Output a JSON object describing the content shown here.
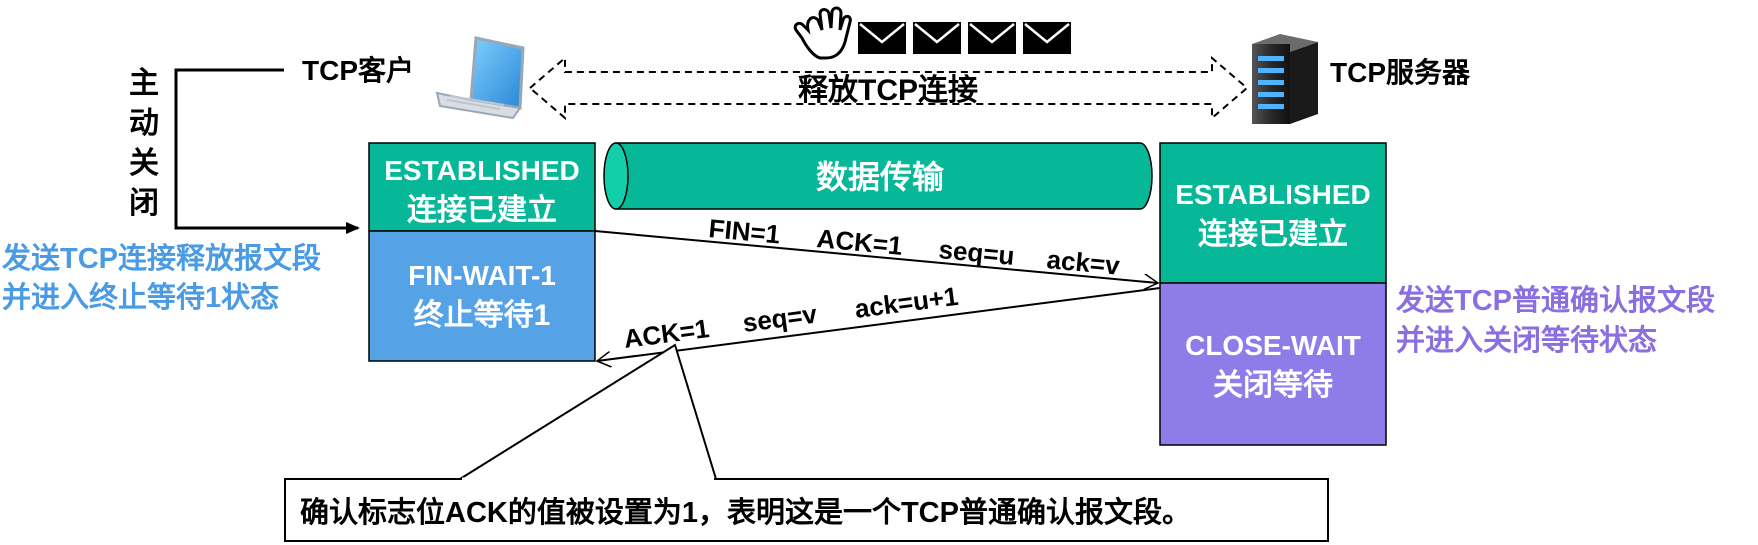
{
  "labels": {
    "client": "TCP客户",
    "server": "TCP服务器",
    "active_close": [
      "主",
      "动",
      "关",
      "闭"
    ],
    "release": "释放TCP连接",
    "data_transfer": "数据传输"
  },
  "client_states": {
    "established_en": "ESTABLISHED",
    "established_cn": "连接已建立",
    "fin_wait_en": "FIN-WAIT-1",
    "fin_wait_cn": "终止等待1"
  },
  "server_states": {
    "established_en": "ESTABLISHED",
    "established_cn": "连接已建立",
    "close_wait_en": "CLOSE-WAIT",
    "close_wait_cn": "关闭等待"
  },
  "annotations": {
    "client_line1": "发送TCP连接释放报文段",
    "client_line2": "并进入终止等待1状态",
    "server_line1": "发送TCP普通确认报文段",
    "server_line2": "并进入关闭等待状态",
    "callout": "确认标志位ACK的值被设置为1，表明这是一个TCP普通确认报文段。"
  },
  "segments": {
    "fin": {
      "f1": "FIN=1",
      "f2": "ACK=1",
      "f3": "seq=u",
      "f4": "ack=v"
    },
    "ack": {
      "f1": "ACK=1",
      "f2": "seq=v",
      "f3": "ack=u+1"
    }
  },
  "colors": {
    "teal": "#06B898",
    "blue": "#55A3E6",
    "purple": "#8E7CE9",
    "client_note": "#4A9BE3",
    "server_note": "#8A6FE0"
  },
  "icons": [
    "laptop-icon",
    "server-icon",
    "hand-icon",
    "envelope-icon"
  ]
}
